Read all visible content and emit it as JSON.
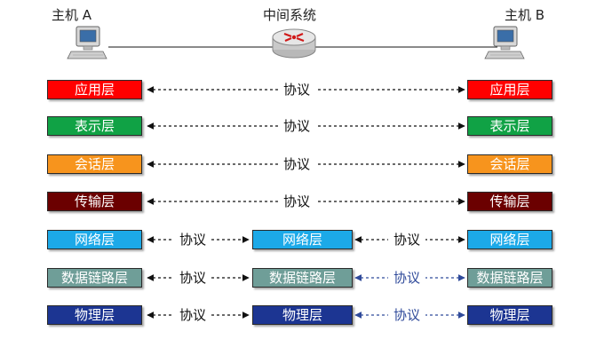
{
  "nodes": {
    "host_a": "主机 A",
    "router": "中间系统",
    "host_b": "主机 B"
  },
  "protocol_label": "协议",
  "layers": {
    "application": "应用层",
    "presentation": "表示层",
    "session": "会话层",
    "transport": "传输层",
    "network": "网络层",
    "datalink": "数据链路层",
    "physical": "物理层"
  },
  "colors": {
    "application": "#ff0000",
    "presentation": "#10a245",
    "session": "#f7941d",
    "transport": "#6b0000",
    "network": "#1ca9e8",
    "datalink": "#6f9e98",
    "physical": "#1c3592",
    "blue_link": "#2f4a9a"
  },
  "icons": {
    "host_a": "computer-icon",
    "router": "router-icon",
    "host_b": "computer-icon"
  }
}
